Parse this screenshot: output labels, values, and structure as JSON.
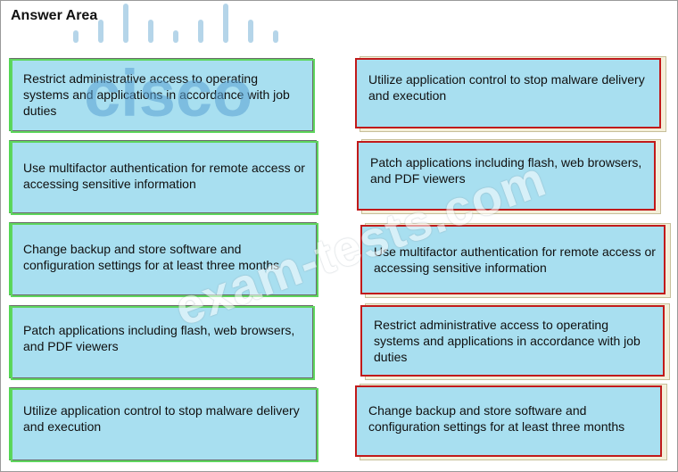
{
  "title": "Answer Area",
  "watermarks": {
    "brand": "cisco",
    "site": "exam-tests.com"
  },
  "left_items": [
    {
      "text": "Restrict administrative access to operating systems and applications in accordance with job duties"
    },
    {
      "text": "Use multifactor authentication for remote access or accessing sensitive information"
    },
    {
      "text": "Change backup and store software and configuration settings for at least three months"
    },
    {
      "text": "Patch applications including flash, web browsers, and PDF viewers"
    },
    {
      "text": "Utilize application control to stop malware delivery and execution"
    }
  ],
  "right_items": [
    {
      "text": "Utilize application control to stop malware delivery and execution"
    },
    {
      "text": "Patch applications including flash, web browsers, and PDF viewers"
    },
    {
      "text": "Use multifactor authentication for remote access or accessing sensitive information"
    },
    {
      "text": "Restrict administrative access to operating systems and applications in accordance with job duties"
    },
    {
      "text": "Change backup and store software and configuration settings for at least three months"
    }
  ],
  "colors": {
    "card_fill": "#a8dff0",
    "left_border": "#5ed65e",
    "right_border": "#c11a1a",
    "right_backing": "#f4efd9"
  }
}
